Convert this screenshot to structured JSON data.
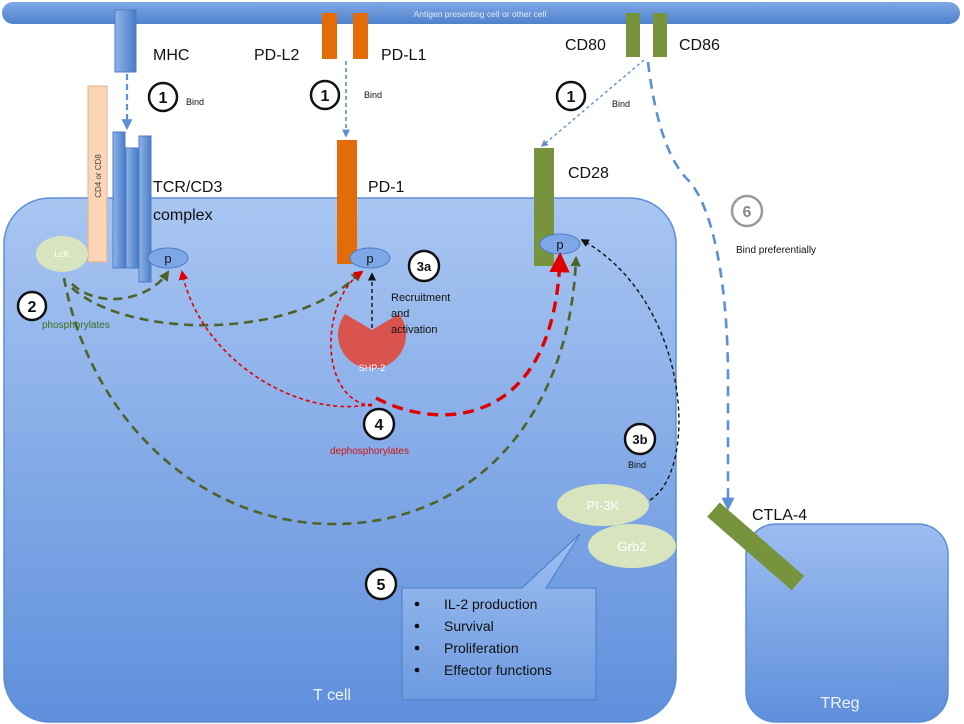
{
  "apc_label": "Antigen presenting cell or other cell",
  "molecules": {
    "mhc": "MHC",
    "pdl2": "PD-L2",
    "pdl1": "PD-L1",
    "cd80": "CD80",
    "cd86": "CD86",
    "coreceptor": "CD4 or CD8",
    "tcr_line1": "TCR/CD3",
    "tcr_line2": "complex",
    "pd1": "PD-1",
    "cd28": "CD28",
    "ctla4": "CTLA-4",
    "lck": "LcK",
    "shp2": "SHP-2",
    "pi3k": "PI-3K",
    "grb2": "Grb2",
    "p": "p"
  },
  "steps": {
    "s1": "1",
    "s2": "2",
    "s3a": "3a",
    "s3b": "3b",
    "s4": "4",
    "s5": "5",
    "s6": "6"
  },
  "labels": {
    "bind": "Bind",
    "bind_preferentially": "Bind preferentially",
    "phosphorylates": "phosphorylates",
    "dephosphorylates": "dephosphorylates",
    "recruitment_l1": "Recruitment",
    "recruitment_l2": "and",
    "recruitment_l3": "activation"
  },
  "outcomes": [
    "IL-2 production",
    "Survival",
    "Proliferation",
    "Effector functions"
  ],
  "cells": {
    "tcell": "T cell",
    "treg": "TReg"
  },
  "colors": {
    "apc": "#5b8fd6",
    "tcell": "#7ea7e8",
    "receptor_blue": "#5b8fd6",
    "orange": "#e36c09",
    "green": "#77933c",
    "peach": "#fbd5b5",
    "lightgreen": "#d7e4bd",
    "shp2": "#d9534f",
    "dark_green_arrow": "#4f6228",
    "red_arrow": "#e00000"
  }
}
